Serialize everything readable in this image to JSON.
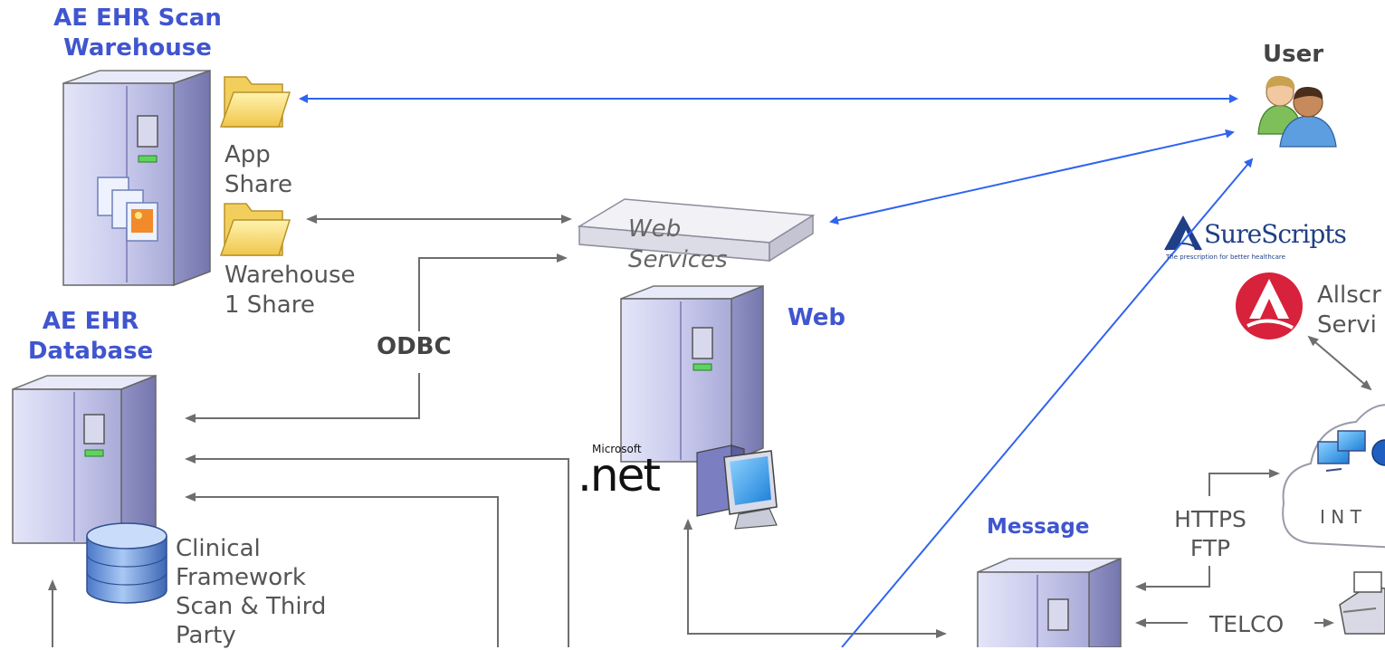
{
  "warehouse": {
    "title_line1": "AE EHR Scan",
    "title_line2": "Warehouse"
  },
  "app_share": {
    "line1": "App",
    "line2": "Share"
  },
  "warehouse_share": {
    "line1": "Warehouse",
    "line2": "1 Share"
  },
  "database": {
    "title_line1": "AE EHR",
    "title_line2": "Database"
  },
  "clinical": {
    "line1": "Clinical",
    "line2": "Framework",
    "line3": "Scan & Third",
    "line4": "Party"
  },
  "odbc": "ODBC",
  "web_services": {
    "line1": "Web",
    "line2": "Services"
  },
  "web": "Web",
  "dotnet": {
    "small": "Microsoft",
    "big": ".net"
  },
  "user": "User",
  "surescripts": {
    "name": "SureScripts",
    "tagline": "The prescription for better healthcare"
  },
  "allscripts": {
    "line1": "Allscr",
    "line2": "Servi"
  },
  "internet": "I N T",
  "message": "Message",
  "https_ftp": {
    "line1": "HTTPS",
    "line2": "FTP"
  },
  "telco": "TELCO",
  "colors": {
    "accent_blue": "#4055cf",
    "arrow_blue": "#2f64f0",
    "arrow_gray": "#6e6e6e",
    "server": "#c9cbee"
  }
}
